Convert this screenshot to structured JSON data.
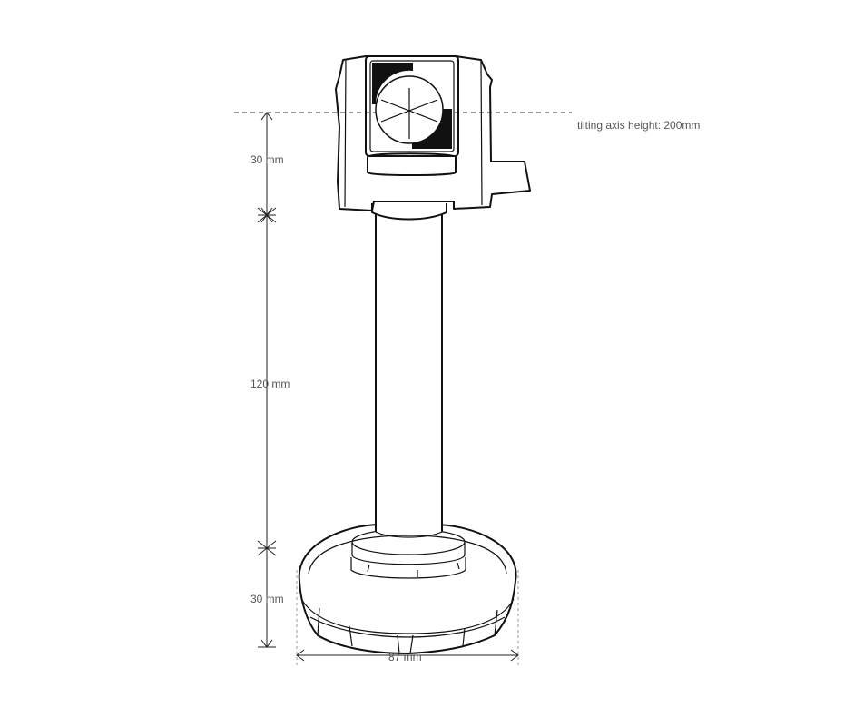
{
  "drawing": {
    "axis_label": "tilting axis height: 200mm",
    "dim_top": "30 mm",
    "dim_middle": "120 mm",
    "dim_bottom": "30 mm",
    "dim_width": "87 mm"
  },
  "colors": {
    "line": "#111111",
    "label": "#555555"
  }
}
